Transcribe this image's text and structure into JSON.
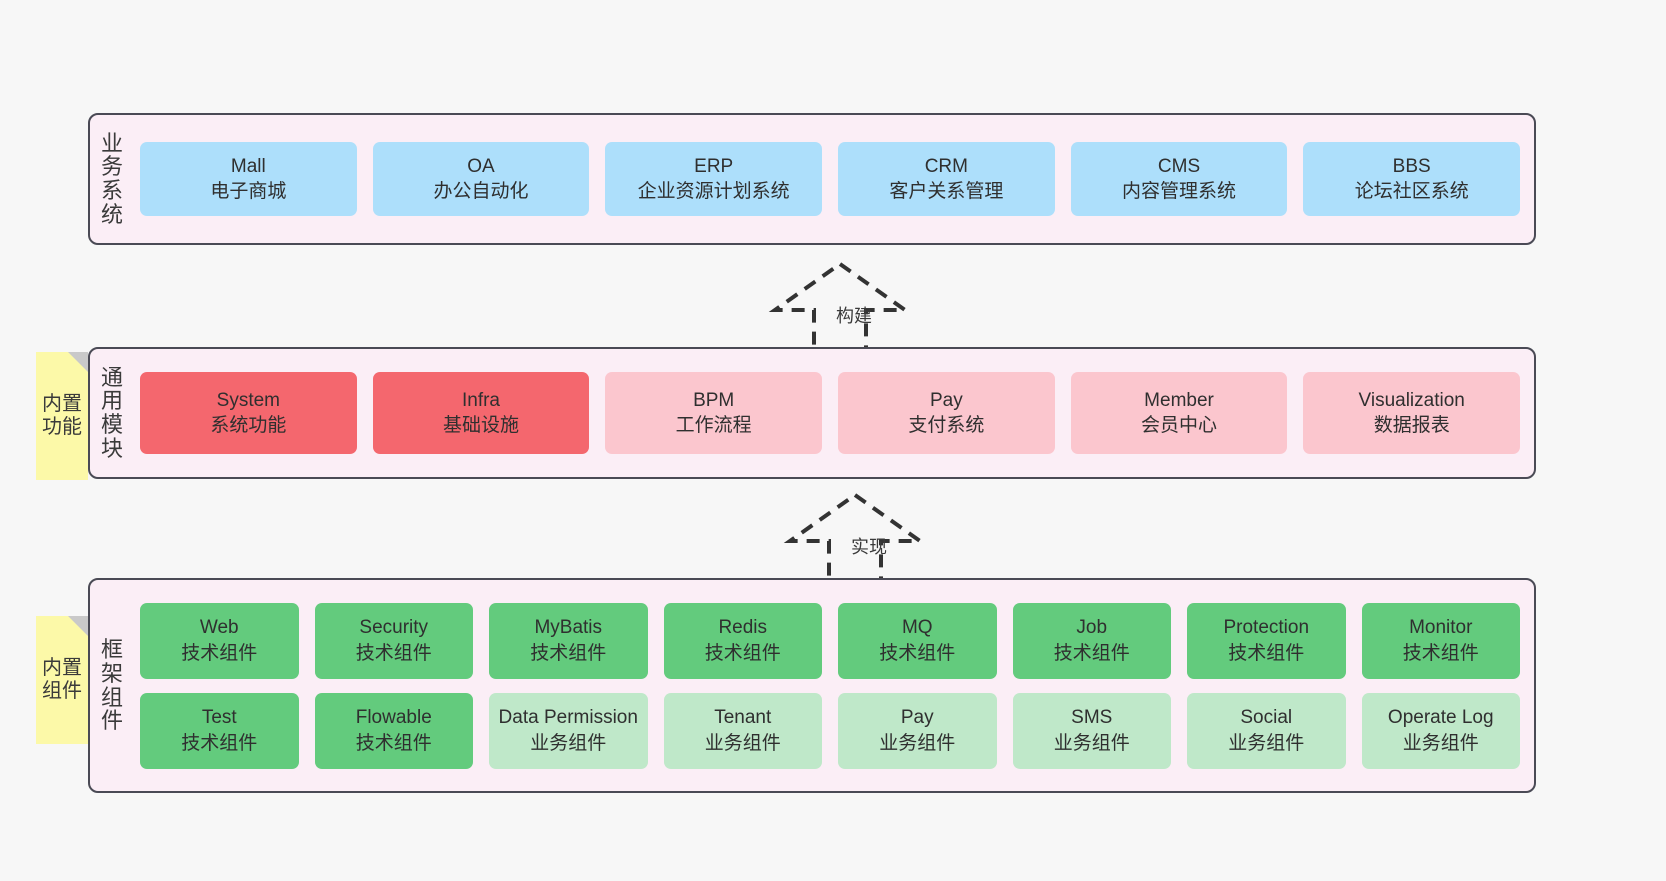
{
  "diagram": {
    "layers": [
      {
        "id": "business",
        "title": "业务系统",
        "note": null,
        "color": "#addffb",
        "rows": [
          [
            {
              "name": "Mall",
              "desc": "电子商城",
              "color": "blue"
            },
            {
              "name": "OA",
              "desc": "办公自动化",
              "color": "blue"
            },
            {
              "name": "ERP",
              "desc": "企业资源计划系统",
              "color": "blue"
            },
            {
              "name": "CRM",
              "desc": "客户关系管理",
              "color": "blue"
            },
            {
              "name": "CMS",
              "desc": "内容管理系统",
              "color": "blue"
            },
            {
              "name": "BBS",
              "desc": "论坛社区系统",
              "color": "blue"
            }
          ]
        ]
      },
      {
        "id": "common",
        "title": "通用模块",
        "note": "内置功能",
        "color": "#f4676e",
        "rows": [
          [
            {
              "name": "System",
              "desc": "系统功能",
              "color": "red"
            },
            {
              "name": "Infra",
              "desc": "基础设施",
              "color": "red"
            },
            {
              "name": "BPM",
              "desc": "工作流程",
              "color": "pink"
            },
            {
              "name": "Pay",
              "desc": "支付系统",
              "color": "pink"
            },
            {
              "name": "Member",
              "desc": "会员中心",
              "color": "pink"
            },
            {
              "name": "Visualization",
              "desc": "数据报表",
              "color": "pink"
            }
          ]
        ]
      },
      {
        "id": "framework",
        "title": "框架组件",
        "note": "内置组件",
        "color": "#63cb7d",
        "rows": [
          [
            {
              "name": "Web",
              "desc": "技术组件",
              "color": "green"
            },
            {
              "name": "Security",
              "desc": "技术组件",
              "color": "green"
            },
            {
              "name": "MyBatis",
              "desc": "技术组件",
              "color": "green"
            },
            {
              "name": "Redis",
              "desc": "技术组件",
              "color": "green"
            },
            {
              "name": "MQ",
              "desc": "技术组件",
              "color": "green"
            },
            {
              "name": "Job",
              "desc": "技术组件",
              "color": "green"
            },
            {
              "name": "Protection",
              "desc": "技术组件",
              "color": "green"
            },
            {
              "name": "Monitor",
              "desc": "技术组件",
              "color": "green"
            }
          ],
          [
            {
              "name": "Test",
              "desc": "技术组件",
              "color": "green"
            },
            {
              "name": "Flowable",
              "desc": "技术组件",
              "color": "green"
            },
            {
              "name": "Data Permission",
              "desc": "业务组件",
              "color": "green-light",
              "wrap": true
            },
            {
              "name": "Tenant",
              "desc": "业务组件",
              "color": "green-light"
            },
            {
              "name": "Pay",
              "desc": "业务组件",
              "color": "green-light"
            },
            {
              "name": "SMS",
              "desc": "业务组件",
              "color": "green-light"
            },
            {
              "name": "Social",
              "desc": "业务组件",
              "color": "green-light"
            },
            {
              "name": "Operate Log",
              "desc": "业务组件",
              "color": "green-light"
            }
          ]
        ]
      }
    ],
    "connectors": [
      {
        "id": "build",
        "label": "构建"
      },
      {
        "id": "impl",
        "label": "实现"
      }
    ],
    "colors": {
      "panel_bg": "#fbeef6",
      "panel_border": "#4a4a55",
      "note_bg": "#fcf9a8",
      "note_fold": "#c9c9c9",
      "blue": "#addffb",
      "red": "#f4676e",
      "pink": "#fbc6ce",
      "green": "#63cb7d",
      "green_light": "#bfe8c9",
      "canvas_bg": "#f7f7f7"
    }
  }
}
